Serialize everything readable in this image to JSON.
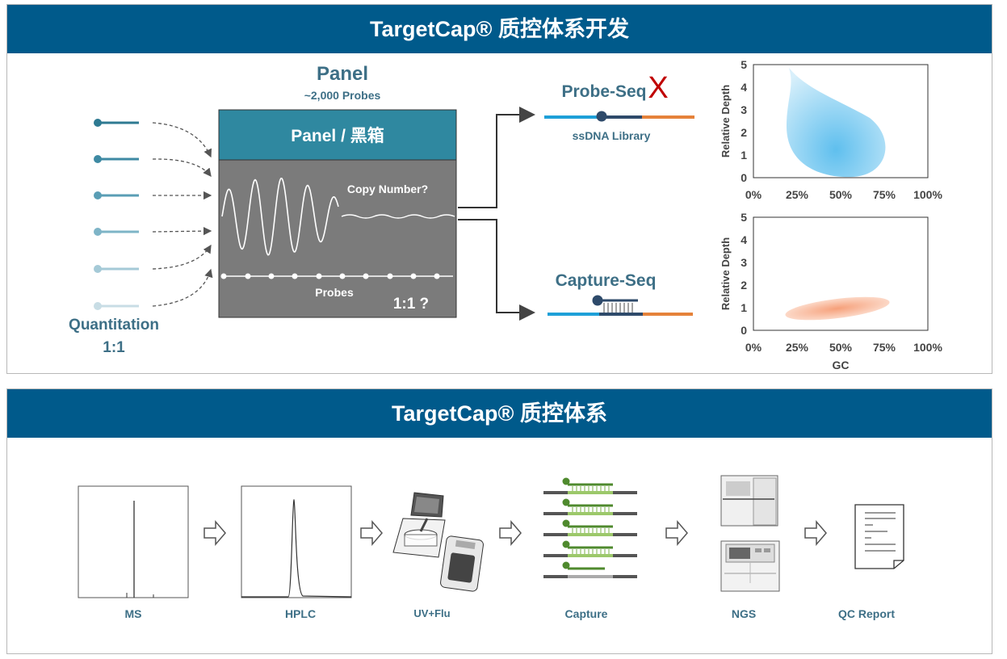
{
  "top": {
    "title": "TargetCap® 质控体系开发",
    "panel_title": "Panel",
    "panel_subtitle": "~2,000 Probes",
    "panel_box_label": "Panel / 黑箱",
    "copy_number": "Copy Number?",
    "probes": "Probes",
    "ratio_q": "1:1 ?",
    "quantitation": "Quantitation",
    "quantitation_ratio": "1:1",
    "probe_seq": "Probe-Seq",
    "probe_seq_mark": "X",
    "ssdna_library": "ssDNA Library",
    "capture_seq": "Capture-Seq",
    "colors": {
      "header": "#005a8b",
      "panel_box": "#2f88a0",
      "panel_gray": "#7b7b7b",
      "blue": "#1ea0d8",
      "orange": "#e5823a",
      "red": "#c00000"
    }
  },
  "charts": {
    "top": {
      "type": "scatter",
      "ylabel": "Relative Depth",
      "yticks": [
        "0",
        "1",
        "2",
        "3",
        "4",
        "5"
      ],
      "xticks": [
        "0%",
        "25%",
        "50%",
        "75%",
        "100%"
      ],
      "ylim": [
        0,
        5
      ],
      "xlim": [
        0,
        100
      ],
      "shape": "blue teardrop distribution spanning roughly GC 20–75%, depth 0–4.9"
    },
    "bottom": {
      "type": "scatter",
      "ylabel": "Relative Depth",
      "xlabel": "GC",
      "yticks": [
        "0",
        "1",
        "2",
        "3",
        "4",
        "5"
      ],
      "xticks": [
        "0%",
        "25%",
        "50%",
        "75%",
        "100%"
      ],
      "ylim": [
        0,
        5
      ],
      "xlim": [
        0,
        100
      ],
      "shape": "orange ellipse centered around GC 50%, depth ~0.9"
    }
  },
  "bottom": {
    "title": "TargetCap® 质控体系",
    "steps": [
      "MS",
      "HPLC",
      "UV+Flu",
      "Capture",
      "NGS",
      "QC Report"
    ]
  }
}
